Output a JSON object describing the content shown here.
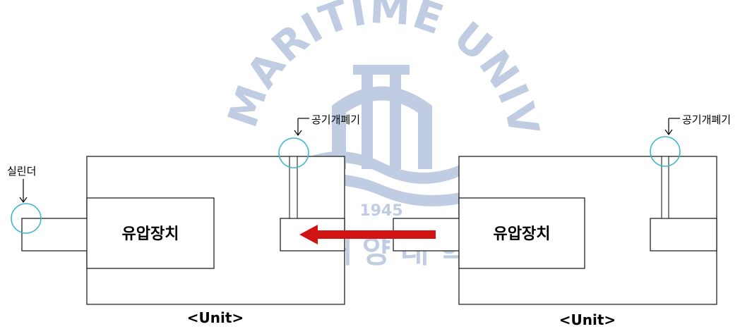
{
  "colors": {
    "highlight": "#3fb6cf",
    "arrow": "#d01414",
    "watermark": "#8ea4c9"
  },
  "watermark": {
    "text": "KOREA MARITIME UNIVERSITY",
    "year": "1945",
    "korean": "한국해양대학교"
  },
  "left_unit": {
    "device_label": "유압장치",
    "unit_label": "<Unit>",
    "cylinder_label": "실린더",
    "vent_label": "공기개폐기"
  },
  "right_unit": {
    "device_label": "유압장치",
    "unit_label": "<Unit>",
    "vent_label": "공기개폐기"
  },
  "transfer_arrow": "arrow-left-icon"
}
